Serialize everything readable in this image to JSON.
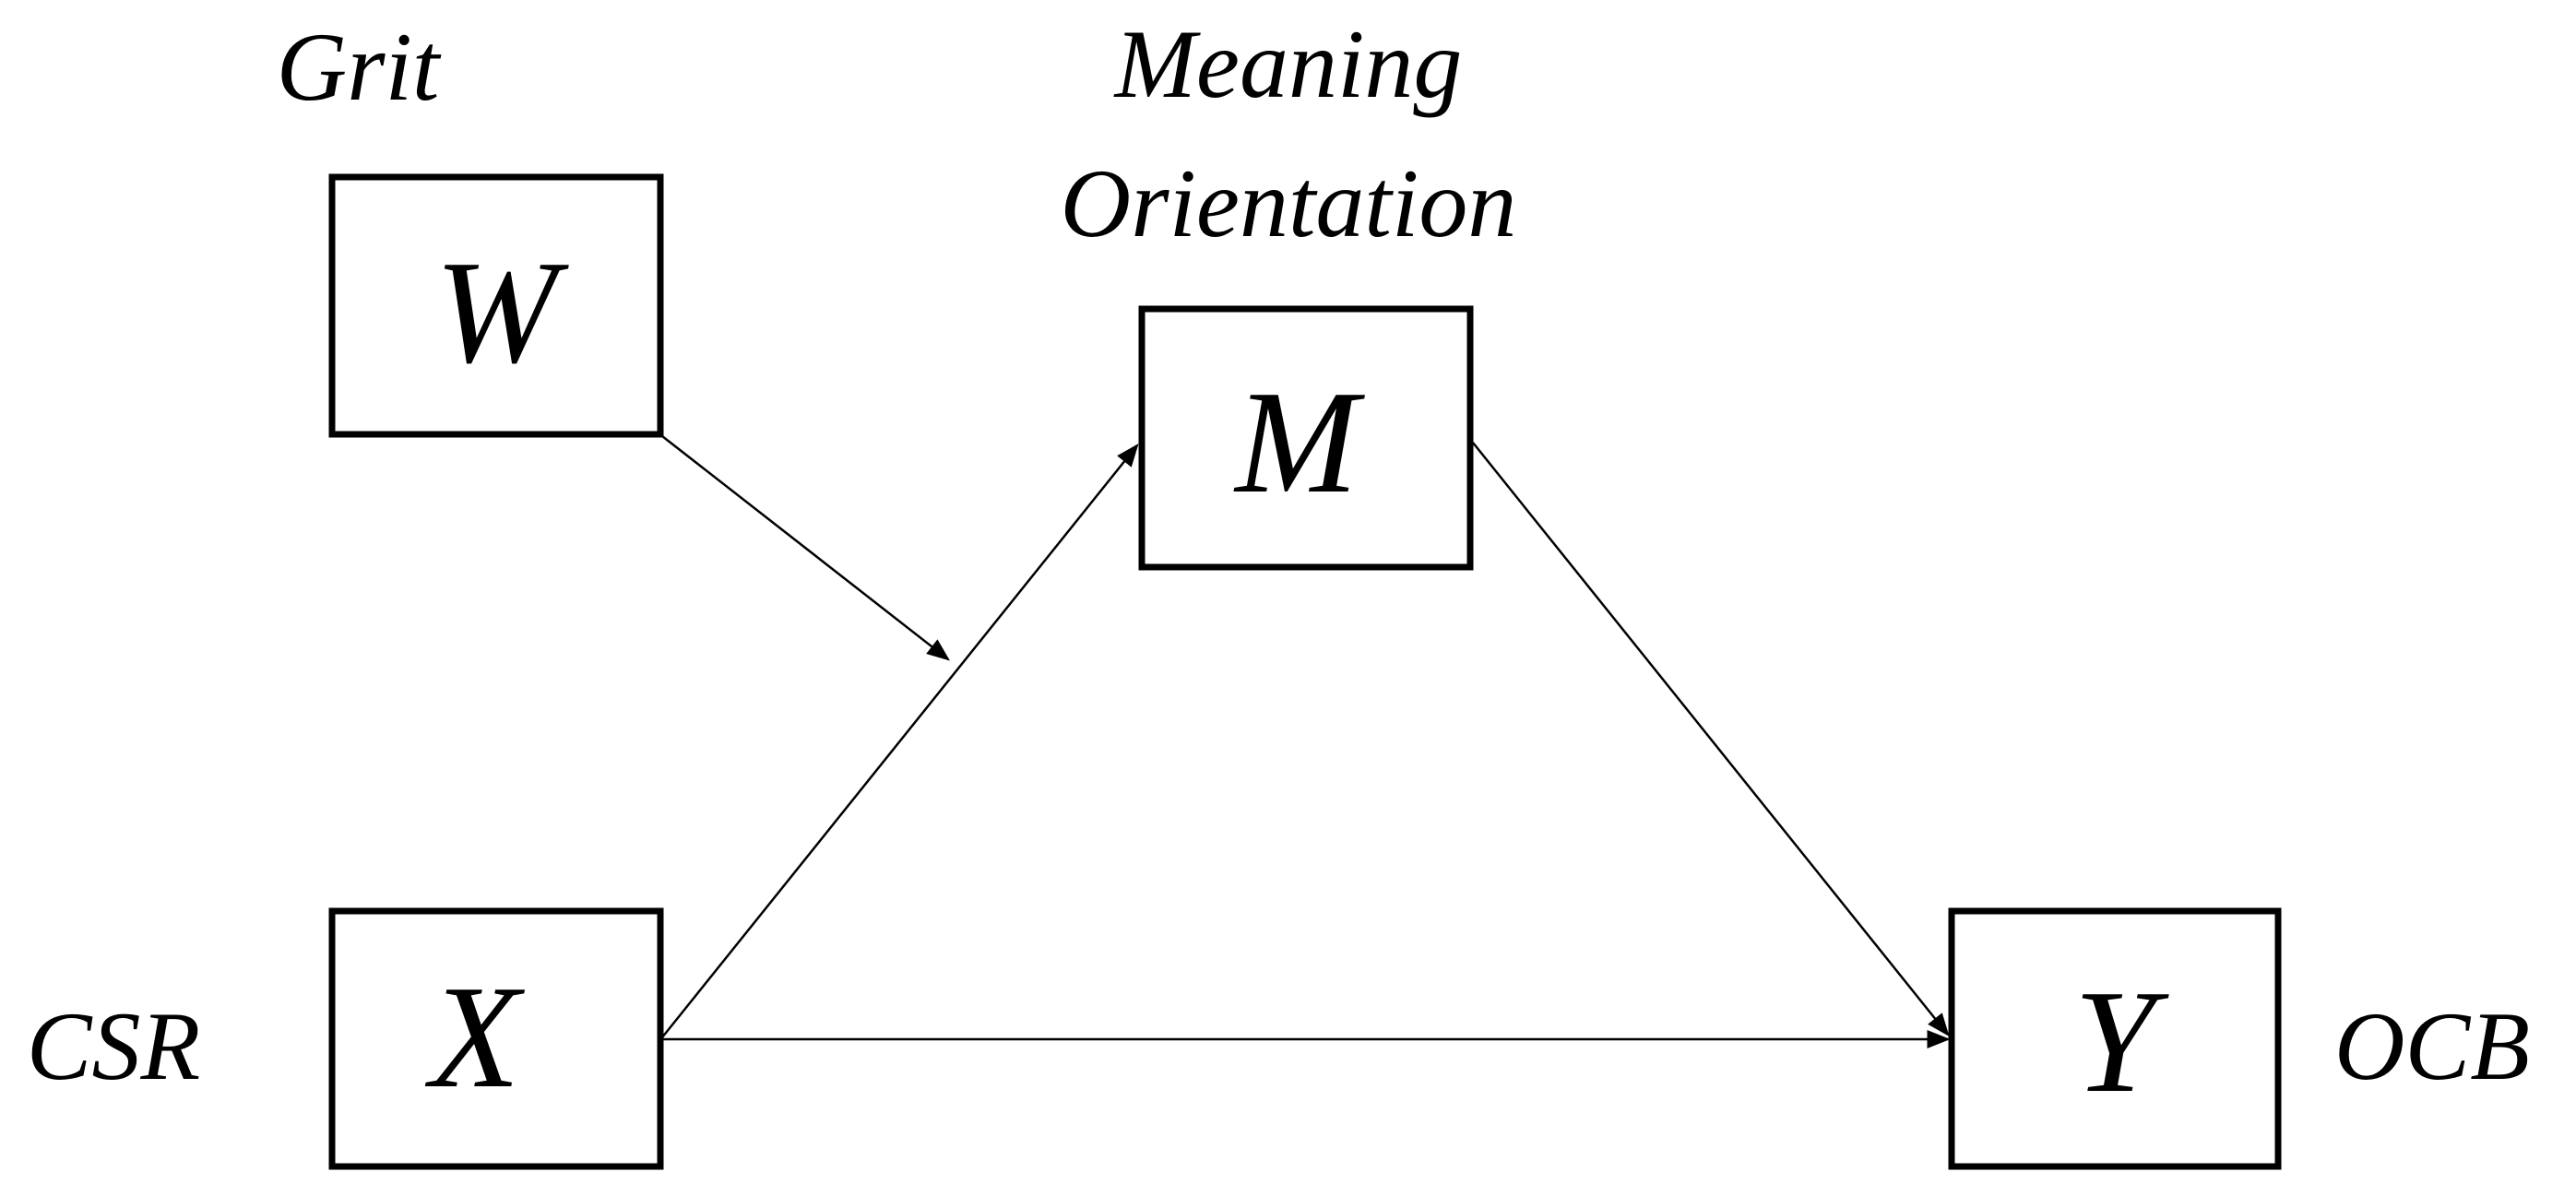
{
  "diagram": {
    "nodes": {
      "W": {
        "letter": "W",
        "label": "Grit"
      },
      "M": {
        "letter": "M",
        "label_line1": "Meaning",
        "label_line2": "Orientation"
      },
      "X": {
        "letter": "X",
        "label": "CSR"
      },
      "Y": {
        "letter": "Y",
        "label": "OCB"
      }
    },
    "edges": [
      {
        "from": "X",
        "to": "M",
        "kind": "path"
      },
      {
        "from": "M",
        "to": "Y",
        "kind": "path"
      },
      {
        "from": "X",
        "to": "Y",
        "kind": "path"
      },
      {
        "from": "W",
        "to": "X-M path",
        "kind": "moderation"
      }
    ],
    "colors": {
      "stroke": "#000000",
      "background": "#ffffff"
    }
  }
}
